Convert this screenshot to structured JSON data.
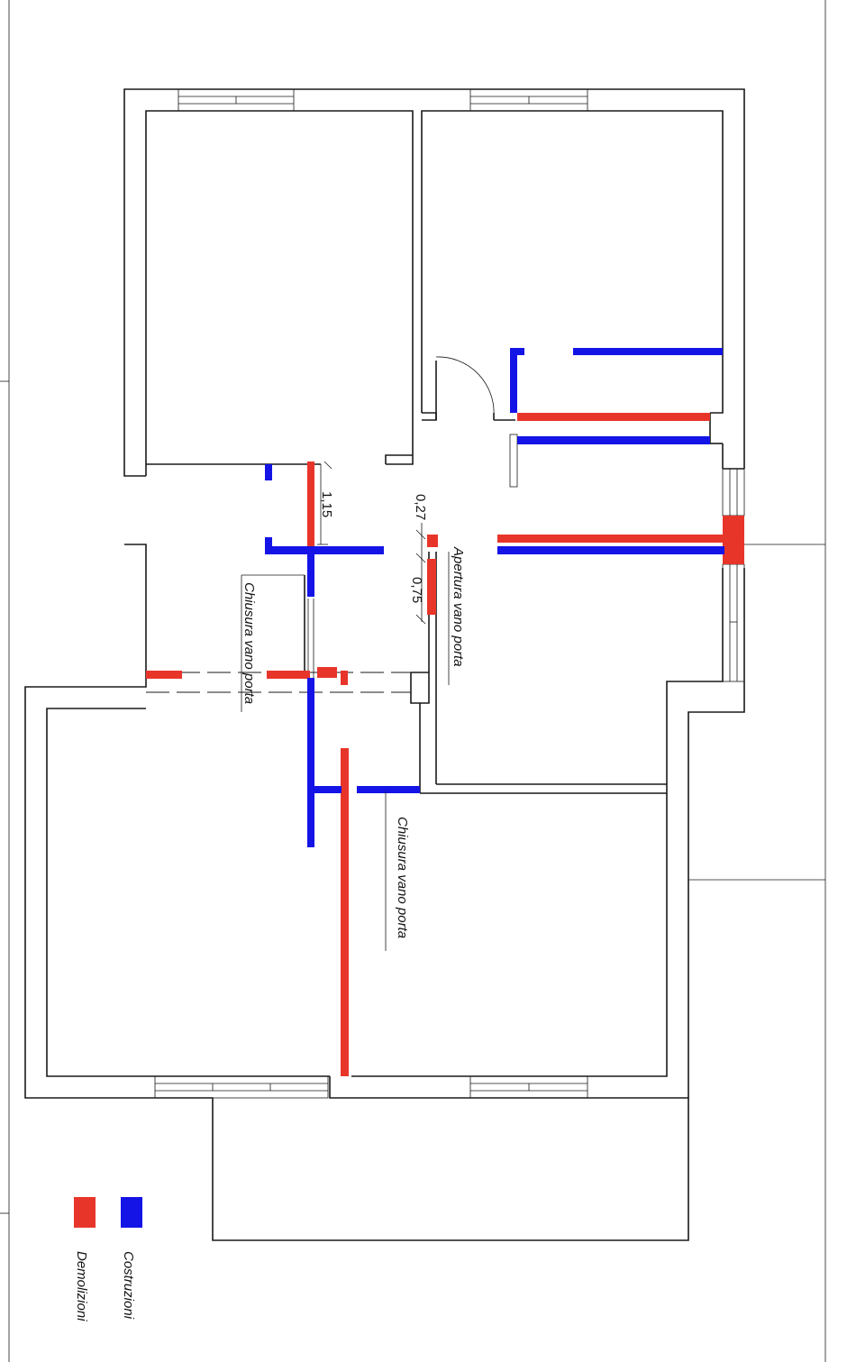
{
  "dimensions": {
    "d1": "1,15",
    "d2": "0,27",
    "d3": "0,75"
  },
  "annotations": {
    "door_opening": "Apertura vano porta",
    "door_closing_1": "Chiusura vano porta",
    "door_closing_2": "Chiusura vano porta"
  },
  "legend": {
    "construction_label": "Costruzioni",
    "demolition_label": "Demolizioni",
    "construction_color": "#1414e6",
    "demolition_color": "#e8352a"
  }
}
